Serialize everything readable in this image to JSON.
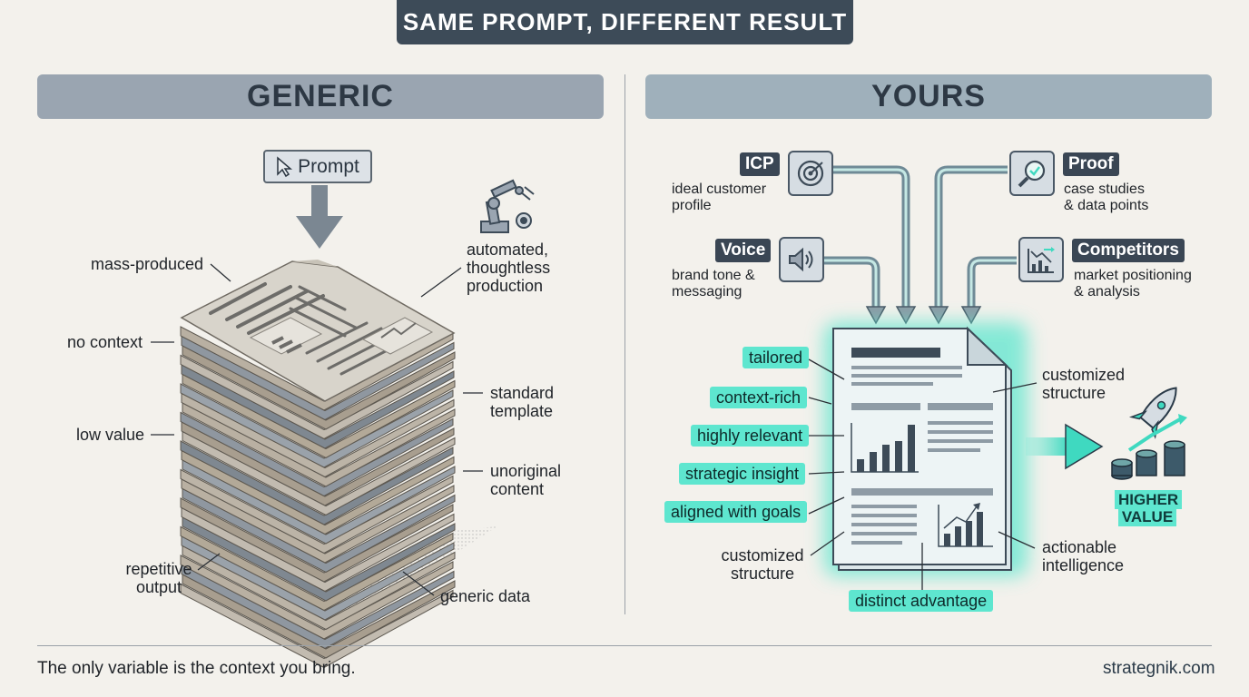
{
  "title": "SAME PROMPT, DIFFERENT RESULT",
  "left": {
    "heading": "GENERIC",
    "prompt_label": "Prompt",
    "labels": {
      "mass_produced": "mass-produced",
      "no_context": "no context",
      "low_value": "low value",
      "repetitive_1": "repetitive",
      "repetitive_2": "output",
      "automated_1": "automated,",
      "automated_2": "thoughtless",
      "automated_3": "production",
      "standard_1": "standard",
      "standard_2": "template",
      "unoriginal_1": "unoriginal",
      "unoriginal_2": "content",
      "generic_data": "generic data"
    }
  },
  "right": {
    "heading": "YOURS",
    "inputs": {
      "icp": {
        "tag": "ICP",
        "desc_1": "ideal customer",
        "desc_2": "profile",
        "icon": "target-icon"
      },
      "voice": {
        "tag": "Voice",
        "desc_1": "brand tone &",
        "desc_2": "messaging",
        "icon": "speaker-icon"
      },
      "proof": {
        "tag": "Proof",
        "desc_1": "case studies",
        "desc_2": "& data points",
        "icon": "magnifier-check-icon"
      },
      "competitors": {
        "tag": "Competitors",
        "desc_1": "market positioning",
        "desc_2": "& analysis",
        "icon": "trend-chart-icon"
      }
    },
    "chips": {
      "tailored": "tailored",
      "context_rich": "context-rich",
      "highly_relevant": "highly relevant",
      "strategic_insight": "strategic insight",
      "aligned": "aligned with goals",
      "distinct": "distinct advantage"
    },
    "labels": {
      "customized_top_1": "customized",
      "customized_top_2": "structure",
      "customized_bottom_1": "customized",
      "customized_bottom_2": "structure",
      "actionable_1": "actionable",
      "actionable_2": "intelligence"
    },
    "result": {
      "line_1": "HIGHER",
      "line_2": "VALUE",
      "icon": "rocket-coins-icon"
    }
  },
  "footer": {
    "tagline": "The only variable is the context you bring.",
    "site": "strategnik.com"
  },
  "colors": {
    "dark": "#3d4b58",
    "teal": "#5ee6cf",
    "paper": "#f3f1ec"
  }
}
